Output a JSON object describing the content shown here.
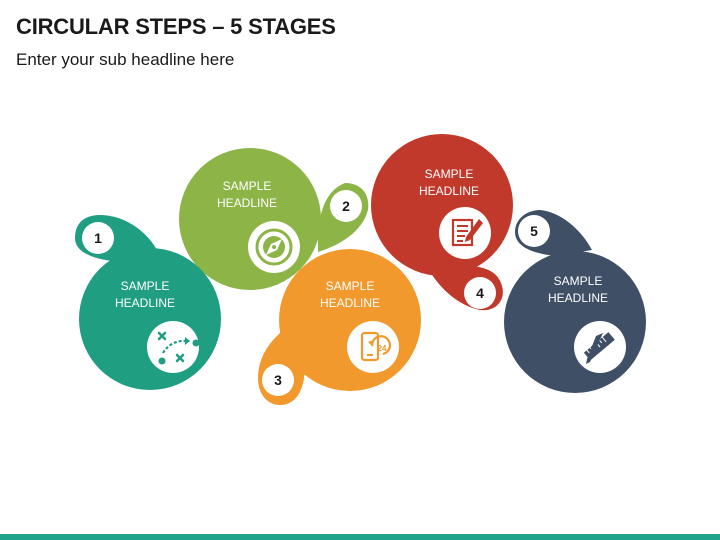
{
  "header": {
    "title": "CIRCULAR STEPS – 5 STAGES",
    "subtitle": "Enter your sub headline here"
  },
  "colors": {
    "stage1": "#1f9e82",
    "stage2": "#8db446",
    "stage3": "#f2992e",
    "stage4": "#c0392b",
    "stage5": "#3f4f66",
    "bottom_bar": "#1fa38a"
  },
  "stages": [
    {
      "number": "1",
      "headline_line1": "SAMPLE",
      "headline_line2": "HEADLINE",
      "icon": "strategy-play-icon"
    },
    {
      "number": "2",
      "headline_line1": "SAMPLE",
      "headline_line2": "HEADLINE",
      "icon": "compass-icon"
    },
    {
      "number": "3",
      "headline_line1": "SAMPLE",
      "headline_line2": "HEADLINE",
      "icon": "mobile-24h-icon"
    },
    {
      "number": "4",
      "headline_line1": "SAMPLE",
      "headline_line2": "HEADLINE",
      "icon": "document-pen-icon"
    },
    {
      "number": "5",
      "headline_line1": "SAMPLE",
      "headline_line2": "HEADLINE",
      "icon": "ruler-pencil-icon"
    }
  ]
}
